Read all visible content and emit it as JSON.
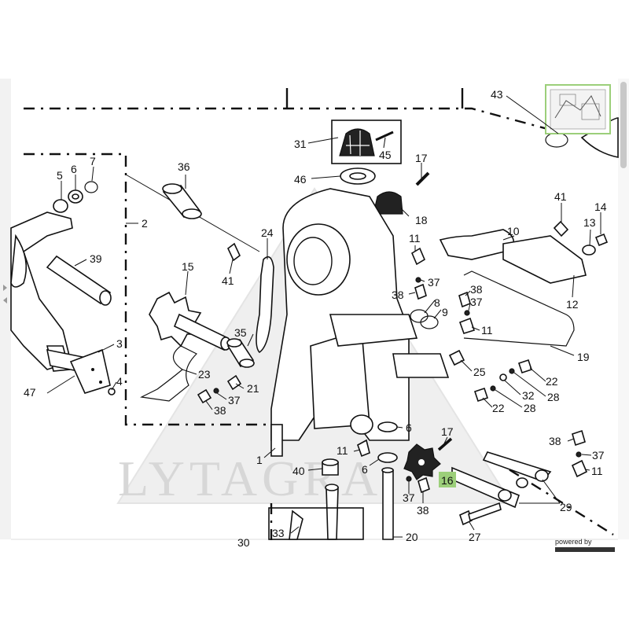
{
  "watermark": {
    "text": "LYTAGRA"
  },
  "branding": {
    "powered_by": "powered by"
  },
  "highlight_color": "#9ccf7a",
  "part_labels": [
    {
      "id": "43",
      "text": "43"
    },
    {
      "id": "31",
      "text": "31"
    },
    {
      "id": "45",
      "text": "45"
    },
    {
      "id": "17a",
      "text": "17"
    },
    {
      "id": "46",
      "text": "46"
    },
    {
      "id": "36",
      "text": "36"
    },
    {
      "id": "5",
      "text": "5"
    },
    {
      "id": "6a",
      "text": "6"
    },
    {
      "id": "7",
      "text": "7"
    },
    {
      "id": "2",
      "text": "2"
    },
    {
      "id": "39",
      "text": "39"
    },
    {
      "id": "24",
      "text": "24"
    },
    {
      "id": "18",
      "text": "18"
    },
    {
      "id": "11a",
      "text": "11"
    },
    {
      "id": "41a",
      "text": "41"
    },
    {
      "id": "10",
      "text": "10"
    },
    {
      "id": "41b",
      "text": "41"
    },
    {
      "id": "13",
      "text": "13"
    },
    {
      "id": "14",
      "text": "14"
    },
    {
      "id": "15",
      "text": "15"
    },
    {
      "id": "41c",
      "text": "41"
    },
    {
      "id": "37a",
      "text": "37"
    },
    {
      "id": "38a",
      "text": "38"
    },
    {
      "id": "8",
      "text": "8"
    },
    {
      "id": "9",
      "text": "9"
    },
    {
      "id": "38b",
      "text": "38"
    },
    {
      "id": "37b",
      "text": "37"
    },
    {
      "id": "11b",
      "text": "11"
    },
    {
      "id": "12",
      "text": "12"
    },
    {
      "id": "3",
      "text": "3"
    },
    {
      "id": "35",
      "text": "35"
    },
    {
      "id": "19",
      "text": "19"
    },
    {
      "id": "47",
      "text": "47"
    },
    {
      "id": "4",
      "text": "4"
    },
    {
      "id": "23",
      "text": "23"
    },
    {
      "id": "21",
      "text": "21"
    },
    {
      "id": "37c",
      "text": "37"
    },
    {
      "id": "38c",
      "text": "38"
    },
    {
      "id": "25",
      "text": "25"
    },
    {
      "id": "22a",
      "text": "22"
    },
    {
      "id": "32",
      "text": "32"
    },
    {
      "id": "28a",
      "text": "28"
    },
    {
      "id": "22b",
      "text": "22"
    },
    {
      "id": "28b",
      "text": "28"
    },
    {
      "id": "1",
      "text": "1"
    },
    {
      "id": "6b",
      "text": "6"
    },
    {
      "id": "17b",
      "text": "17"
    },
    {
      "id": "38d",
      "text": "38"
    },
    {
      "id": "11c",
      "text": "11"
    },
    {
      "id": "37d",
      "text": "37"
    },
    {
      "id": "11d",
      "text": "11"
    },
    {
      "id": "40",
      "text": "40"
    },
    {
      "id": "6c",
      "text": "6"
    },
    {
      "id": "16",
      "text": "16"
    },
    {
      "id": "37e",
      "text": "37"
    },
    {
      "id": "38e",
      "text": "38"
    },
    {
      "id": "29",
      "text": "29"
    },
    {
      "id": "27",
      "text": "27"
    },
    {
      "id": "33",
      "text": "33"
    },
    {
      "id": "20",
      "text": "20"
    },
    {
      "id": "30",
      "text": "30"
    }
  ]
}
